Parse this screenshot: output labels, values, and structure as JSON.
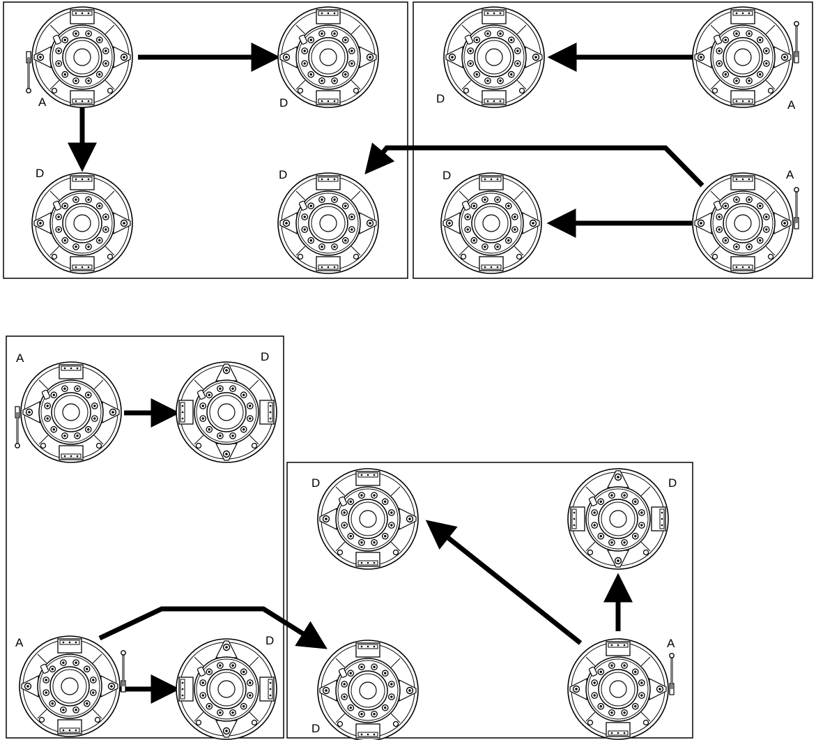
{
  "panels": [
    {
      "id": "panel-1",
      "units": [
        {
          "label": "A",
          "handle": "left"
        },
        {
          "label": "D"
        },
        {
          "label": "D"
        },
        {
          "label": "D"
        }
      ]
    },
    {
      "id": "panel-2",
      "units": [
        {
          "label": "A",
          "handle": "right"
        },
        {
          "label": "D"
        },
        {
          "label": "A",
          "handle": "right"
        },
        {
          "label": "D"
        }
      ]
    },
    {
      "id": "panel-3",
      "units": [
        {
          "label": "A",
          "handle": "left"
        },
        {
          "label": "D"
        },
        {
          "label": "A",
          "handle": "right"
        },
        {
          "label": "D"
        }
      ]
    },
    {
      "id": "panel-4",
      "units": [
        {
          "label": "D"
        },
        {
          "label": "D"
        },
        {
          "label": "D"
        },
        {
          "label": "A",
          "handle": "right"
        }
      ]
    }
  ],
  "colors": {
    "stroke": "#000000",
    "background": "#ffffff"
  },
  "icons": {
    "unit": "bolted-flange-unit-icon",
    "arrow": "transfer-arrow-icon"
  }
}
